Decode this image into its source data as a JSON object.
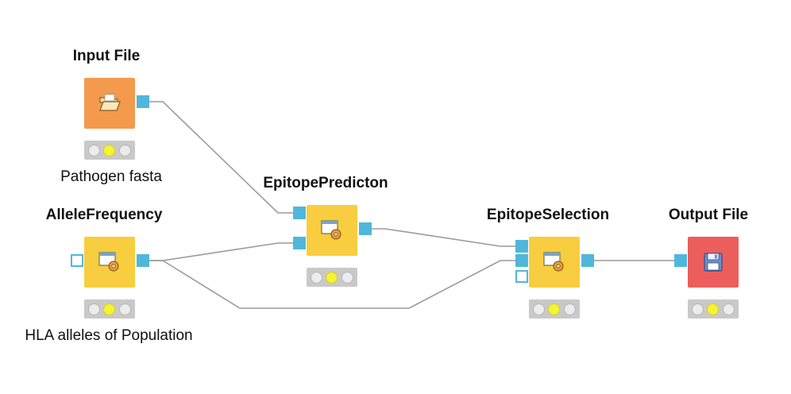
{
  "colors": {
    "reader": "#f39a4d",
    "tool": "#f8cd3f",
    "writer": "#ec5e5c",
    "port": "#4fb7dc",
    "edge": "#9a9a9a",
    "status_on": "#f6f236",
    "status_off": "#ececec"
  },
  "nodes": {
    "input_file": {
      "title": "Input File",
      "caption": "Pathogen fasta",
      "icon": "folder-open-icon",
      "status": "yellow"
    },
    "allele_frequency": {
      "title": "AlleleFrequency",
      "caption": "HLA alleles of Population",
      "icon": "gear-window-icon",
      "status": "yellow"
    },
    "epitope_prediction": {
      "title": "EpitopePredicton",
      "icon": "gear-window-icon",
      "status": "yellow"
    },
    "epitope_selection": {
      "title": "EpitopeSelection",
      "icon": "gear-window-icon",
      "status": "yellow"
    },
    "output_file": {
      "title": "Output File",
      "icon": "floppy-disk-icon",
      "status": "yellow"
    }
  },
  "edges": [
    {
      "from": "input_file.out",
      "to": "epitope_prediction.in1"
    },
    {
      "from": "allele_frequency.out",
      "to": "epitope_prediction.in2"
    },
    {
      "from": "allele_frequency.out",
      "to": "epitope_selection.in2"
    },
    {
      "from": "epitope_prediction.out",
      "to": "epitope_selection.in1"
    },
    {
      "from": "epitope_selection.out",
      "to": "output_file.in"
    }
  ]
}
